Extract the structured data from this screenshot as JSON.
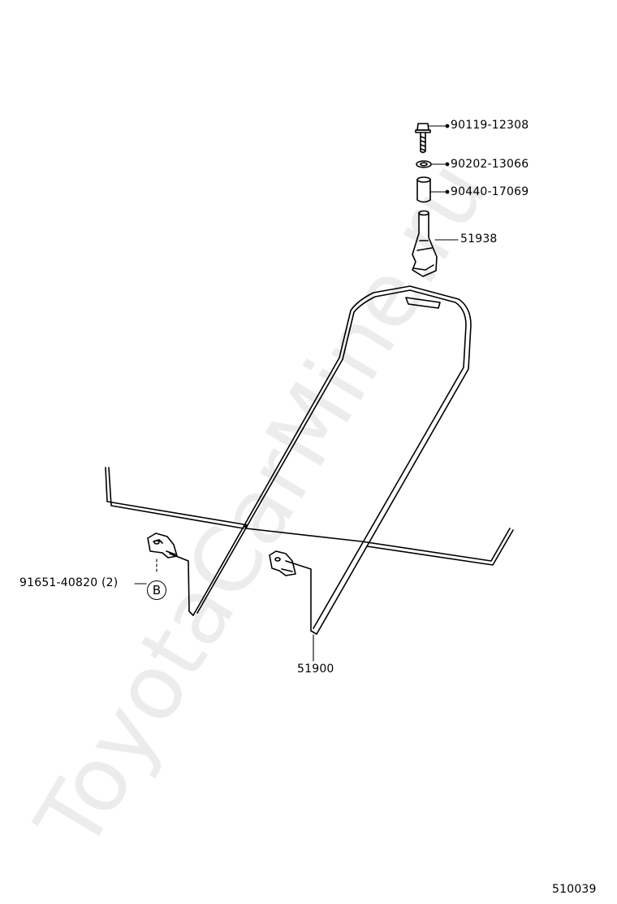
{
  "watermark": "ToyotaCarMine.ru",
  "diagram_code": "510039",
  "ref_marker": "B",
  "parts": {
    "bolt": "90119-12308",
    "washer": "90202-13066",
    "collar": "90440-17069",
    "hanger": "51938",
    "carrier": "51900",
    "clamp": "91651-40820 (2)"
  },
  "colors": {
    "line": "#000000",
    "background": "#ffffff"
  }
}
